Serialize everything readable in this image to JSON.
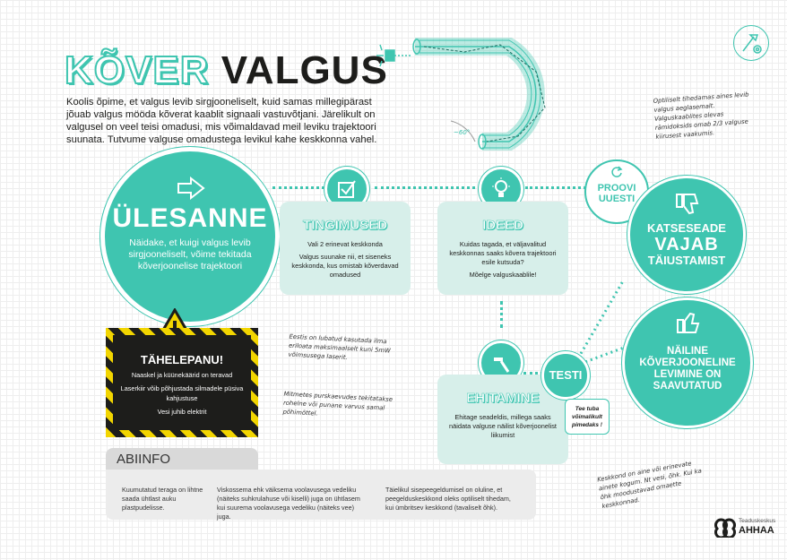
{
  "title": {
    "word1": "KÕVER",
    "word2": "VALGUS"
  },
  "intro": "Koolis õpime, et valgus levib sirgjooneliselt, kuid samas millegipärast jõuab valgus mööda kõverat kaablit signaali vastuvõtjani. Järelikult on valgusel on veel teisi omadusi, mis võimaldavad meil leviku trajektoori suunata. Tutvume valguse omadustega levikul kahe keskkonna vahel.",
  "cable_note": "Optiliselt tihedamas aines levib valgus aeglasemalt. Valguskaablites olevas rämidoksids omab 2/3 valguse kiirusest vaakumis.",
  "angle_label": "~60°",
  "ulesanne": {
    "heading": "ÜLESANNE",
    "text": "Näidake, et kuigi valgus levib sirgjooneliselt, võime tekitada kõverjoonelise trajektoori"
  },
  "tingimused": {
    "heading": "TINGIMUSED",
    "line1": "Vali 2 erinevat keskkonda",
    "line2": "Valgus suunake nii, et siseneks keskkonda, kus omistab kõverdavad omadused"
  },
  "ideed": {
    "heading": "IDEED",
    "line1": "Kuidas tagada, et väljavalitud keskkonnas saaks kõvera trajektoori esile kutsuda?",
    "line2": "Mõelge valguskaablile!"
  },
  "ehitamine": {
    "heading": "EHITAMINE",
    "text": "Ehitage seadeldis, millega saaks näidata valguse näilist kõverjoonelist liikumist"
  },
  "testi": "TESTI",
  "bubble": "Tee tuba võimalikult pimedaks !",
  "proovi": "PROOVI UUESTI",
  "katseseade": {
    "l1": "KATSESEADE",
    "l2": "VAJAB",
    "l3": "TÄIUSTAMIST"
  },
  "naeline": {
    "text": "NÄILINE KÕVERJOONELINE LEVIMINE ON SAAVUTATUD"
  },
  "warning": {
    "heading": "TÄHELEPANU!",
    "lines": [
      "Naaskel ja küünekäärid on teravad",
      "Laserkiir võib põhjustada silmadele püsiva kahjustuse",
      "Vesi juhib elektrit"
    ]
  },
  "laser_note": "Eestis on lubatud kasutada ilma eriloata maksimaalselt kuni 5mW võimsusega laserit.",
  "water_note": "Mitmetes purskaevudes tekitatakse rohelne või punane varvus samal põhimõttel.",
  "medium_note": "Keskkond on aine või erinevate ainete kogum. Nt vesi, õhk. Kui ka õhk moodustavad omaette keskkonnad.",
  "abiinfo": {
    "tab": "ABIINFO",
    "col1": "Kuumutatud teraga on lihtne saada ühtlast auku plastpudelisse.",
    "col2": "Viskossema ehk väiksema voolavusega vedeliku (näiteks suhkrulahuse või kiselli) juga on ühtlasem kui suurema voolavusega vedeliku (näiteks vee) juga.",
    "col3": "Täielikul sisepeegeldumisel on oluline, et peegelduskeskkond oleks optiliselt tihedam, kui ümbritsev keskkond (tavaliselt õhk)."
  },
  "logo": {
    "top": "Teaduskeskus",
    "name": "AHHAA"
  },
  "colors": {
    "accent": "#3fc5b0",
    "card": "#d7efea",
    "warning_yellow": "#f2d500",
    "dark": "#1d1d1b"
  }
}
